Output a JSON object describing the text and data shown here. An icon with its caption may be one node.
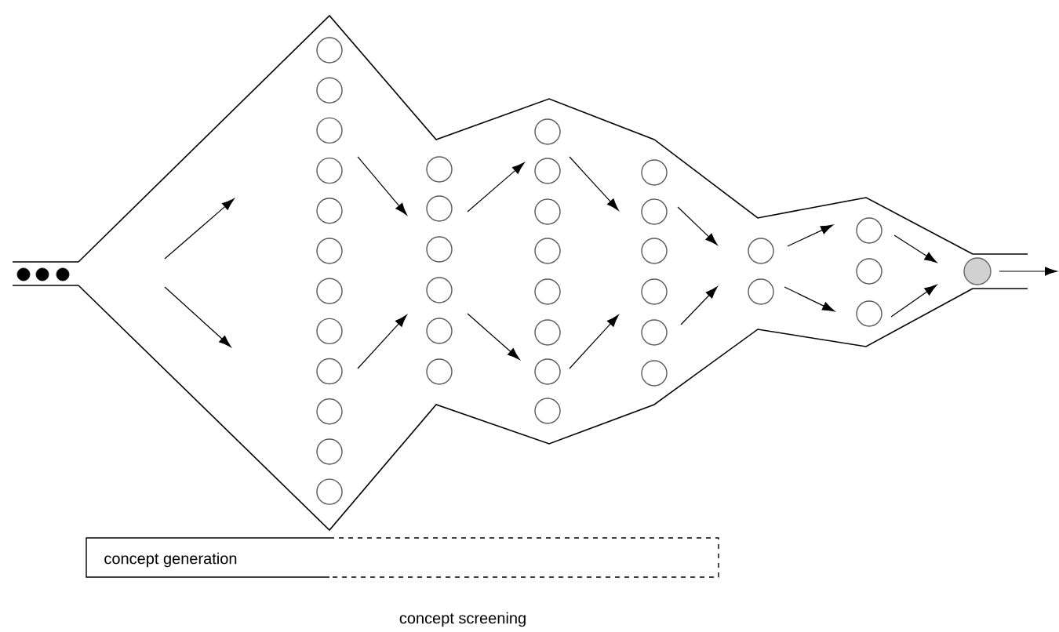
{
  "diagram": {
    "nodes": [
      {
        "text": [],
        "shape": "circle"
      },
      {
        "text": [],
        "shape": "circle"
      },
      {
        "text": [],
        "shape": "circle"
      },
      {
        "text": [],
        "shape": "circle"
      },
      {
        "text": [],
        "shape": "circle"
      },
      {
        "text": [],
        "shape": "circle"
      },
      {
        "text": [],
        "shape": "circle"
      },
      {
        "text": [],
        "shape": "circle"
      },
      {
        "text": [],
        "shape": "circle"
      },
      {
        "text": [],
        "shape": "circle"
      },
      {
        "text": [],
        "shape": "circle"
      },
      {
        "text": [],
        "shape": "circle"
      },
      {
        "text": [],
        "shape": "circle"
      },
      {
        "text": [],
        "shape": "circle"
      },
      {
        "text": [],
        "shape": "circle"
      },
      {
        "text": [],
        "shape": "circle"
      },
      {
        "text": [],
        "shape": "circle"
      },
      {
        "text": [],
        "shape": "circle"
      },
      {
        "text": [],
        "shape": "circle"
      },
      {
        "text": [],
        "shape": "circle"
      },
      {
        "text": [],
        "shape": "circle"
      },
      {
        "text": [],
        "shape": "circle"
      },
      {
        "text": [],
        "shape": "circle"
      },
      {
        "text": [],
        "shape": "circle"
      },
      {
        "text": [],
        "shape": "circle"
      },
      {
        "text": [],
        "shape": "circle"
      },
      {
        "text": [],
        "shape": "circle"
      },
      {
        "text": [],
        "shape": "circle"
      },
      {
        "text": [],
        "shape": "circle"
      },
      {
        "text": [],
        "shape": "circle"
      },
      {
        "text": [],
        "shape": "circle"
      },
      {
        "text": [],
        "shape": "circle"
      },
      {
        "text": [],
        "shape": "circle"
      },
      {
        "text": [],
        "shape": "circle"
      },
      {
        "text": [],
        "shape": "circle"
      },
      {
        "text": [],
        "shape": "circle"
      },
      {
        "text": [],
        "shape": "circle"
      },
      {
        "text": [],
        "shape": "circle"
      },
      {
        "text": [],
        "shape": "circle"
      },
      {
        "text": [],
        "shape": "circle"
      },
      {
        "text": [],
        "shape": "circle"
      },
      {
        "text": [
          "concept generation"
        ]
      }
    ],
    "labels": [
      "concept screening"
    ]
  }
}
